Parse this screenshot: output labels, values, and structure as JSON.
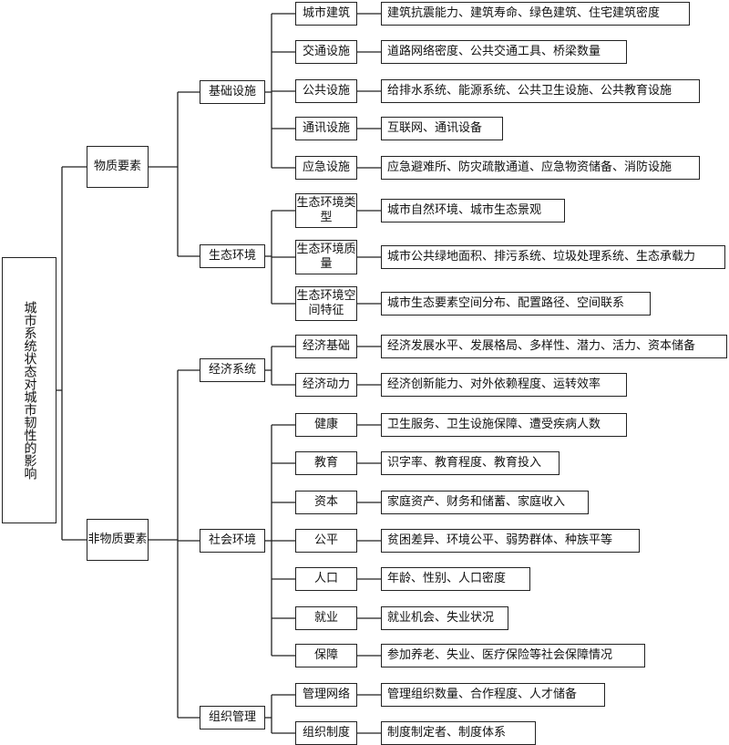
{
  "root": "城市系统状态对城市韧性的影响",
  "groups": [
    {
      "label": "物质要素",
      "subsystems": [
        {
          "label": "基础设施",
          "items": [
            {
              "label": "城市建筑",
              "indicators": "建筑抗震能力、建筑寿命、绿色建筑、住宅建筑密度"
            },
            {
              "label": "交通设施",
              "indicators": "道路网络密度、公共交通工具、桥梁数量"
            },
            {
              "label": "公共设施",
              "indicators": "给排水系统、能源系统、公共卫生设施、公共教育设施"
            },
            {
              "label": "通讯设施",
              "indicators": "互联网、通讯设备"
            },
            {
              "label": "应急设施",
              "indicators": "应急避难所、防灾疏散通道、应急物资储备、消防设施"
            }
          ]
        },
        {
          "label": "生态环境",
          "items": [
            {
              "label": "生态环境类型",
              "indicators": "城市自然环境、城市生态景观"
            },
            {
              "label": "生态环境质量",
              "indicators": "城市公共绿地面积、排污系统、垃圾处理系统、生态承载力"
            },
            {
              "label": "生态环境空间特征",
              "indicators": "城市生态要素空间分布、配置路径、空间联系"
            }
          ]
        }
      ]
    },
    {
      "label": "非物质要素",
      "subsystems": [
        {
          "label": "经济系统",
          "items": [
            {
              "label": "经济基础",
              "indicators": "经济发展水平、发展格局、多样性、潜力、活力、资本储备"
            },
            {
              "label": "经济动力",
              "indicators": "经济创新能力、对外依赖程度、运转效率"
            }
          ]
        },
        {
          "label": "社会环境",
          "items": [
            {
              "label": "健康",
              "indicators": "卫生服务、卫生设施保障、遭受疾病人数"
            },
            {
              "label": "教育",
              "indicators": "识字率、教育程度、教育投入"
            },
            {
              "label": "资本",
              "indicators": "家庭资产、财务和储蓄、家庭收入"
            },
            {
              "label": "公平",
              "indicators": "贫困差异、环境公平、弱势群体、种族平等"
            },
            {
              "label": "人口",
              "indicators": "年龄、性别、人口密度"
            },
            {
              "label": "就业",
              "indicators": "就业机会、失业状况"
            },
            {
              "label": "保障",
              "indicators": "参加养老、失业、医疗保险等社会保障情况"
            }
          ]
        },
        {
          "label": "组织管理",
          "items": [
            {
              "label": "管理网络",
              "indicators": "管理组织数量、合作程度、人才储备"
            },
            {
              "label": "组织制度",
              "indicators": "制度制定者、制度体系"
            }
          ]
        }
      ]
    }
  ]
}
